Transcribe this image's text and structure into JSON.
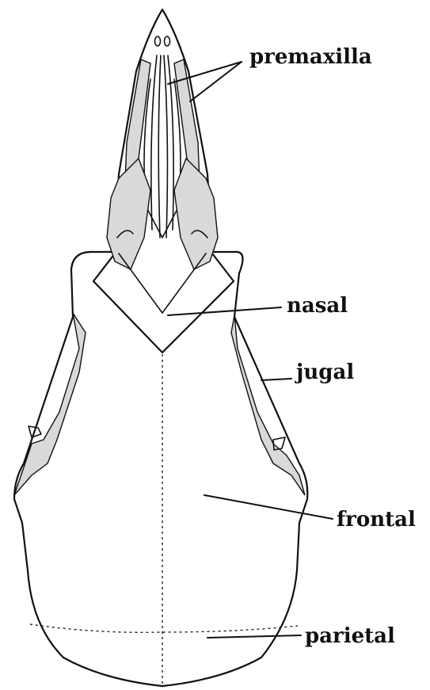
{
  "labels": {
    "premaxilla": "premaxilla",
    "nasal": "nasal",
    "jugal": "jugal",
    "frontal": "frontal",
    "parietal": "parietal"
  }
}
